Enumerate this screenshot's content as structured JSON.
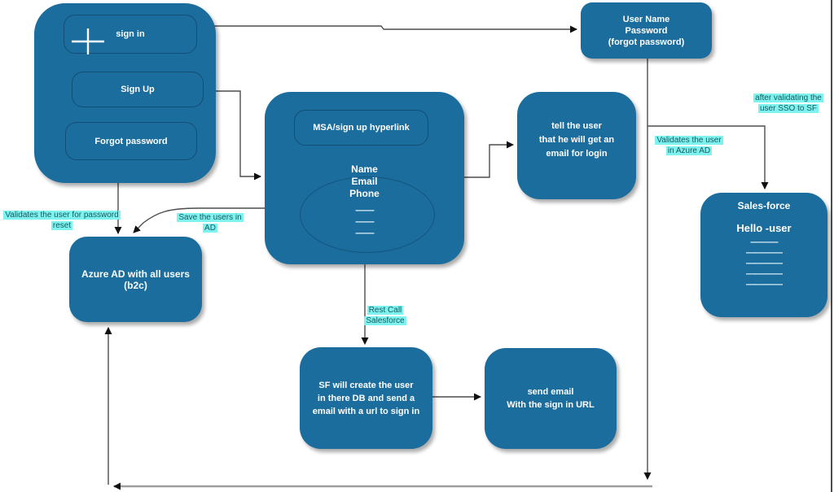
{
  "colors": {
    "node_fill": "#1b6d9e",
    "node_text": "#ffffff",
    "annotation_bg": "#7df2ee",
    "annotation_text": "#1a5a60",
    "connector": "#4d4d4d",
    "return_line": "#9e9e9e",
    "arrow": "#111111",
    "canvas_border": "#4d4d4d"
  },
  "nodes": {
    "auth_menu": {
      "icon": "plus-icon",
      "sign_in": "sign in",
      "sign_up": "Sign Up",
      "forgot_password": "Forgot password"
    },
    "msa_form": {
      "title": "MSA/sign up hyperlink",
      "fields": "Name\nEmail\nPhone",
      "field_lines": "——\n——\n——"
    },
    "tell_user": {
      "text": "tell the user\nthat he will get an\nemail for login"
    },
    "credentials": {
      "text": "User Name\nPassword\n(forgot password)"
    },
    "salesforce": {
      "title": "Sales-force",
      "greeting": "Hello -user",
      "lines": "———\n————\n————\n————\n————"
    },
    "azure_ad": {
      "text": "Azure AD with all users (b2c)"
    },
    "sf_create": {
      "text": "SF will create the user\nin there DB and send a\nemail with a url to sign in"
    },
    "send_email": {
      "text": "send email\nWith the sign in URL"
    }
  },
  "annotations": {
    "password_reset": "Validates the user for password\nreset",
    "save_users": "Save the users in\nAD",
    "rest_call": "Rest Call\nSalesforce",
    "validate_azure": "Validates the user\nin Azure AD",
    "sso_to_sf": "after validating the\nuser  SSO to SF"
  }
}
